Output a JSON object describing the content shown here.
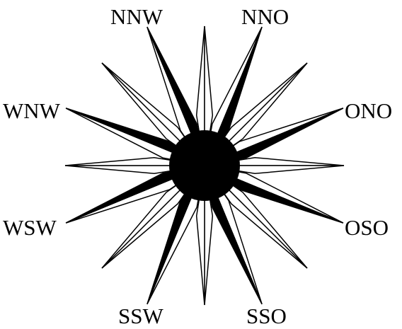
{
  "compass": {
    "labels": {
      "nnw": "NNW",
      "nno": "NNO",
      "ono": "ONO",
      "oso": "OSO",
      "sso": "SSO",
      "ssw": "SSW",
      "wsw": "WSW",
      "wnw": "WNW"
    },
    "colors": {
      "ink": "#000000",
      "paper": "#ffffff"
    }
  }
}
